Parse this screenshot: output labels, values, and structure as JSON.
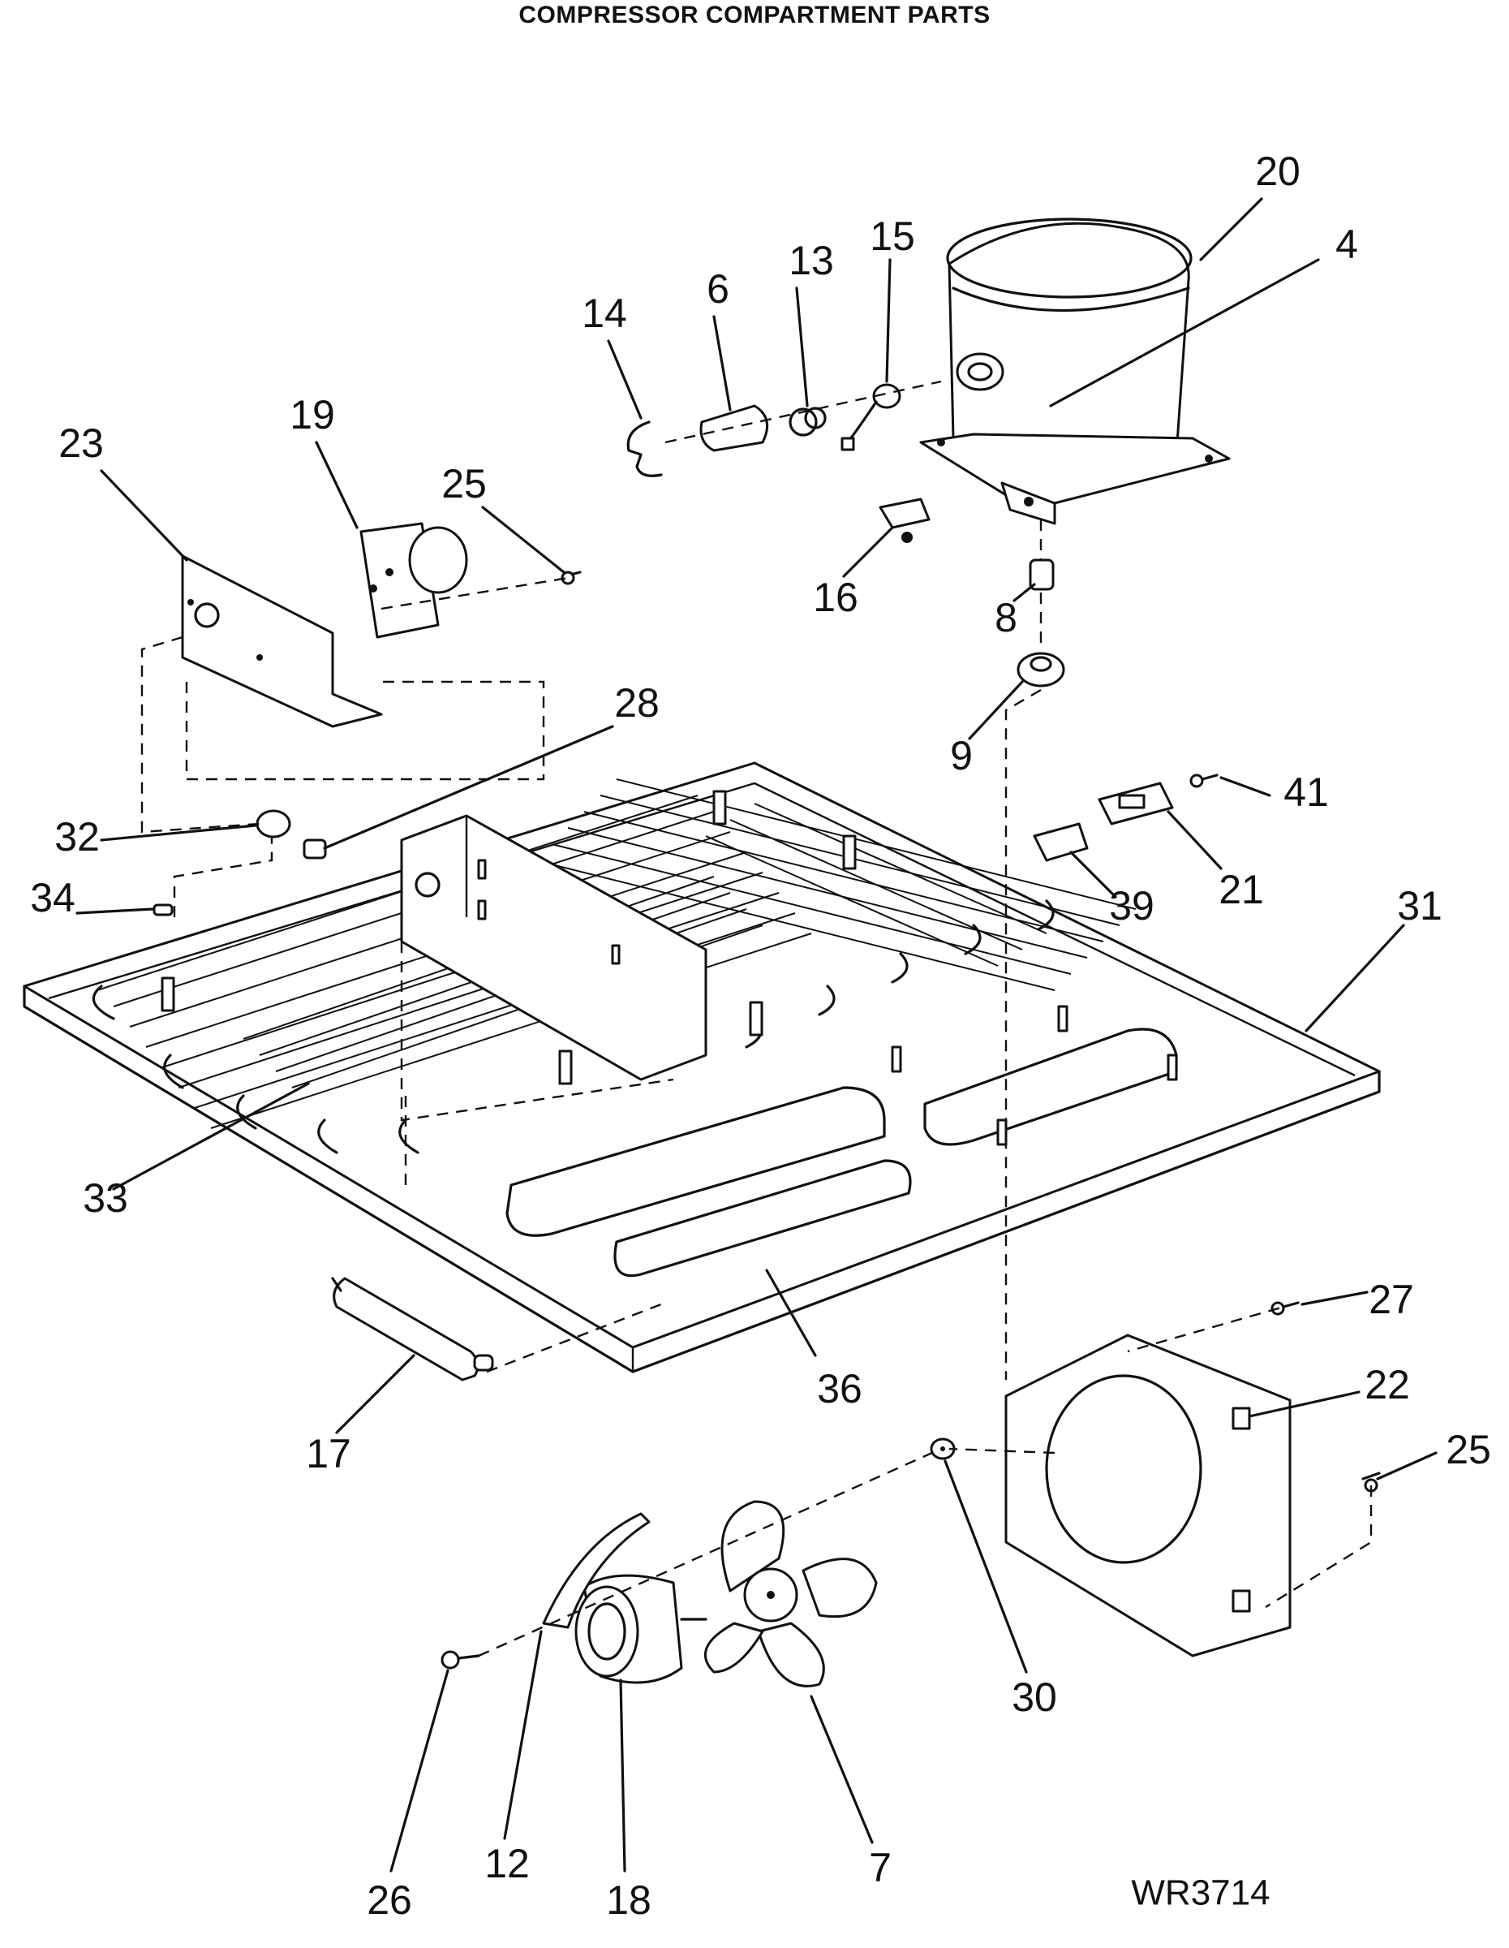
{
  "title": "COMPRESSOR COMPARTMENT PARTS",
  "drawing_code": "WR3714",
  "callouts": [
    {
      "id": "c20",
      "text": "20"
    },
    {
      "id": "c4",
      "text": "4"
    },
    {
      "id": "c15",
      "text": "15"
    },
    {
      "id": "c13",
      "text": "13"
    },
    {
      "id": "c6",
      "text": "6"
    },
    {
      "id": "c14",
      "text": "14"
    },
    {
      "id": "c19",
      "text": "19"
    },
    {
      "id": "c23",
      "text": "23"
    },
    {
      "id": "c25a",
      "text": "25"
    },
    {
      "id": "c16",
      "text": "16"
    },
    {
      "id": "c8",
      "text": "8"
    },
    {
      "id": "c28",
      "text": "28"
    },
    {
      "id": "c9",
      "text": "9"
    },
    {
      "id": "c41",
      "text": "41"
    },
    {
      "id": "c32",
      "text": "32"
    },
    {
      "id": "c34",
      "text": "34"
    },
    {
      "id": "c39",
      "text": "39"
    },
    {
      "id": "c21",
      "text": "21"
    },
    {
      "id": "c31",
      "text": "31"
    },
    {
      "id": "c33",
      "text": "33"
    },
    {
      "id": "c27",
      "text": "27"
    },
    {
      "id": "c36",
      "text": "36"
    },
    {
      "id": "c22",
      "text": "22"
    },
    {
      "id": "c25b",
      "text": "25"
    },
    {
      "id": "c17",
      "text": "17"
    },
    {
      "id": "c30",
      "text": "30"
    },
    {
      "id": "c26",
      "text": "26"
    },
    {
      "id": "c12",
      "text": "12"
    },
    {
      "id": "c18",
      "text": "18"
    },
    {
      "id": "c7",
      "text": "7"
    }
  ]
}
